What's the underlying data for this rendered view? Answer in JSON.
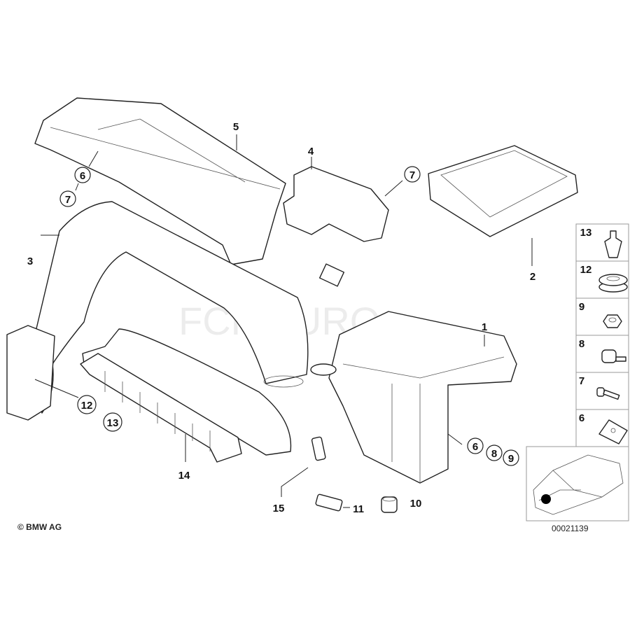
{
  "diagram": {
    "watermark": "FCP EURO",
    "copyright": "© BMW AG",
    "diagram_code": "00021139",
    "callouts": {
      "p1": "1",
      "p2": "2",
      "p3": "3",
      "p4": "4",
      "p5": "5",
      "p6a": "6",
      "p7a": "7",
      "p7b": "7",
      "p12": "12",
      "p13": "13",
      "p14": "14",
      "p15": "15",
      "p11": "11",
      "p10": "10",
      "p6b": "6",
      "p8": "8",
      "p9": "9"
    },
    "legend": [
      "13",
      "12",
      "9",
      "8",
      "7",
      "6"
    ],
    "colors": {
      "line": "#222222",
      "legend_border": "#999999",
      "locator_dot": "#000000"
    }
  }
}
